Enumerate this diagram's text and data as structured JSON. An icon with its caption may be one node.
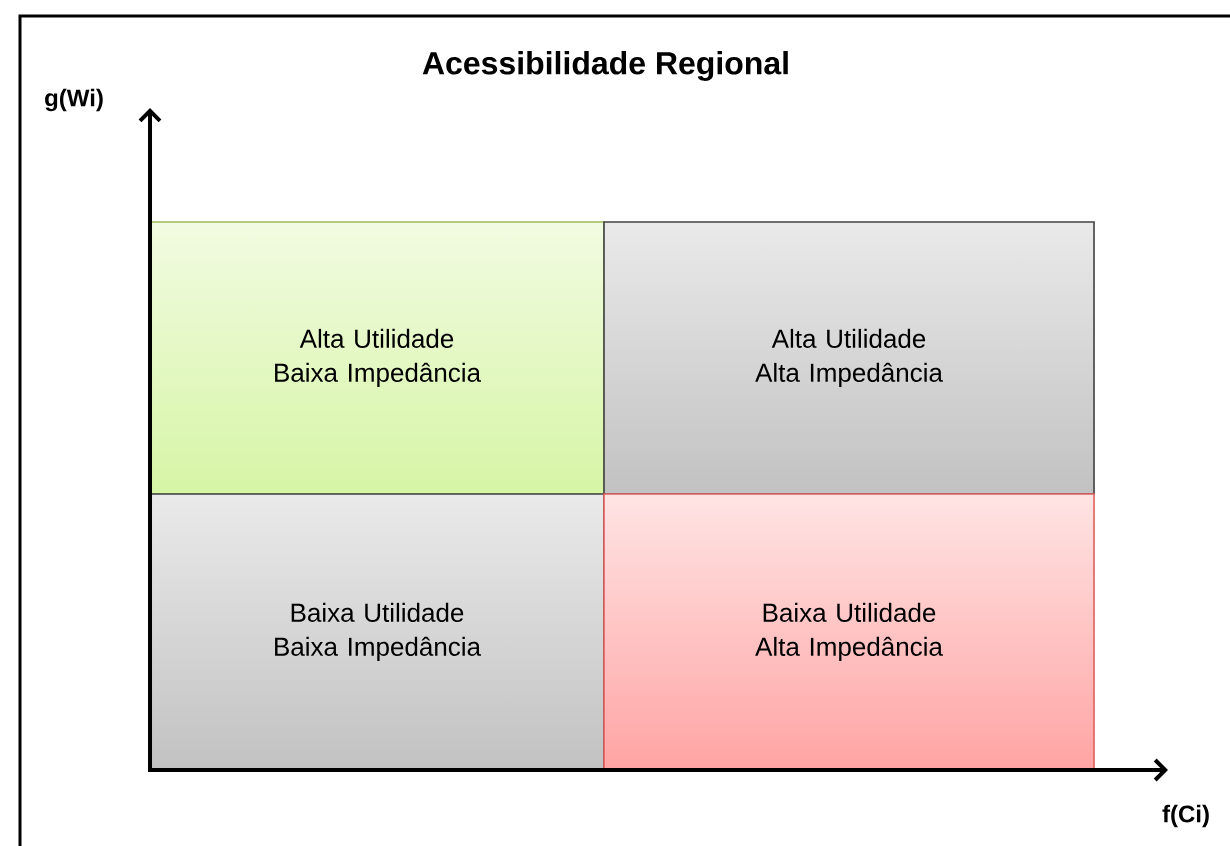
{
  "diagram": {
    "title": "Acessibilidade Regional",
    "nodes": [
      {
        "text": [
          "Alta Utilidade Baixa Impedância"
        ]
      },
      {
        "text": [
          "Alta Utilidade Alta Impedância"
        ]
      },
      {
        "text": [
          "Baixa Utilidade Baixa Impedância"
        ]
      },
      {
        "text": [
          "Baixa Utilidade Alta Impedância"
        ]
      }
    ],
    "labels": [
      "g(Wi)",
      "f(Ci)"
    ]
  }
}
